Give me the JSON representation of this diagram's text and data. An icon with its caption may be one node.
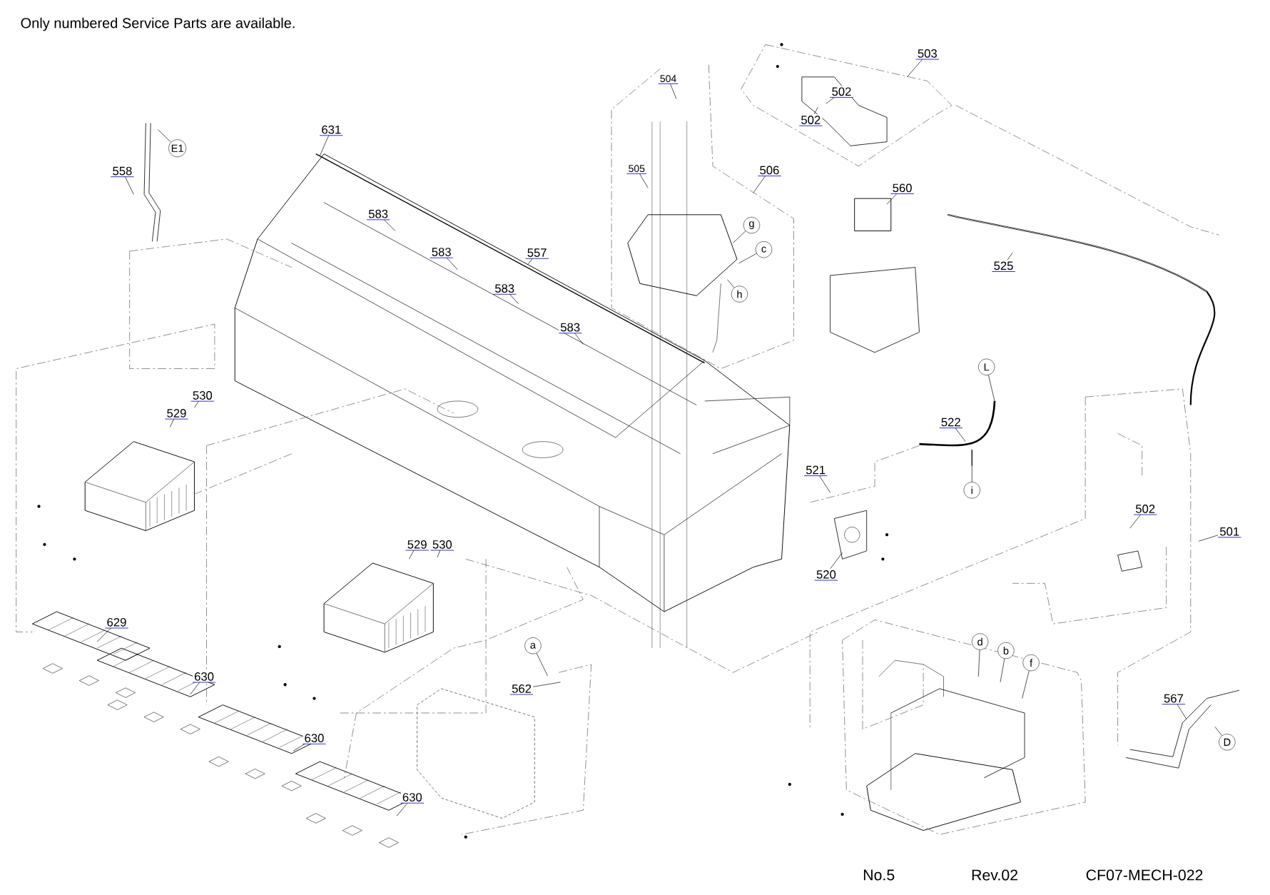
{
  "diagram": {
    "nodes": [
      {
        "text": [
          "558"
        ]
      },
      {
        "text": [
          "E1"
        ]
      },
      {
        "text": [
          "631"
        ]
      },
      {
        "text": [
          "583"
        ]
      },
      {
        "text": [
          "583"
        ]
      },
      {
        "text": [
          "557"
        ]
      },
      {
        "text": [
          "583"
        ]
      },
      {
        "text": [
          "583"
        ]
      },
      {
        "text": [
          "504"
        ]
      },
      {
        "text": [
          "505"
        ]
      },
      {
        "text": [
          "506"
        ]
      },
      {
        "text": [
          "g"
        ]
      },
      {
        "text": [
          "c"
        ]
      },
      {
        "text": [
          "h"
        ]
      },
      {
        "text": [
          "503"
        ]
      },
      {
        "text": [
          "502"
        ]
      },
      {
        "text": [
          "502"
        ]
      },
      {
        "text": [
          "560"
        ]
      },
      {
        "text": [
          "525"
        ]
      },
      {
        "text": [
          "L"
        ]
      },
      {
        "text": [
          "522"
        ]
      },
      {
        "text": [
          "i"
        ]
      },
      {
        "text": [
          "521"
        ]
      },
      {
        "text": [
          "520"
        ]
      },
      {
        "text": [
          "530"
        ]
      },
      {
        "text": [
          "529"
        ]
      },
      {
        "text": [
          "529"
        ]
      },
      {
        "text": [
          "530"
        ]
      },
      {
        "text": [
          "502"
        ]
      },
      {
        "text": [
          "501"
        ]
      },
      {
        "text": [
          "629"
        ]
      },
      {
        "text": [
          "630"
        ]
      },
      {
        "text": [
          "630"
        ]
      },
      {
        "text": [
          "630"
        ]
      },
      {
        "text": [
          "a"
        ]
      },
      {
        "text": [
          "562"
        ]
      },
      {
        "text": [
          "d"
        ]
      },
      {
        "text": [
          "b"
        ]
      },
      {
        "text": [
          "f"
        ]
      },
      {
        "text": [
          "567"
        ]
      },
      {
        "text": [
          "D"
        ]
      }
    ],
    "edges": [
      {
        "from": 0,
        "to": null,
        "arrow": "none"
      },
      {
        "from": 1,
        "to": null,
        "arrow": "none"
      },
      {
        "from": 2,
        "to": null,
        "arrow": "none"
      },
      {
        "from": 3,
        "to": null,
        "arrow": "none"
      },
      {
        "from": 4,
        "to": null,
        "arrow": "none"
      },
      {
        "from": 5,
        "to": null,
        "arrow": "none"
      },
      {
        "from": 6,
        "to": null,
        "arrow": "none"
      },
      {
        "from": 7,
        "to": null,
        "arrow": "none"
      },
      {
        "from": 8,
        "to": null,
        "arrow": "none"
      },
      {
        "from": 9,
        "to": null,
        "arrow": "none"
      },
      {
        "from": 10,
        "to": null,
        "arrow": "none"
      },
      {
        "from": 11,
        "to": null,
        "arrow": "none"
      },
      {
        "from": 12,
        "to": null,
        "arrow": "none"
      },
      {
        "from": 13,
        "to": null,
        "arrow": "none"
      },
      {
        "from": 14,
        "to": null,
        "arrow": "none"
      },
      {
        "from": 15,
        "to": null,
        "arrow": "none"
      },
      {
        "from": 16,
        "to": null,
        "arrow": "none"
      },
      {
        "from": 17,
        "to": null,
        "arrow": "none"
      },
      {
        "from": 18,
        "to": null,
        "arrow": "none"
      },
      {
        "from": 19,
        "to": null,
        "arrow": "none"
      },
      {
        "from": 20,
        "to": null,
        "arrow": "none"
      },
      {
        "from": 21,
        "to": null,
        "arrow": "none"
      },
      {
        "from": 22,
        "to": null,
        "arrow": "none"
      },
      {
        "from": 23,
        "to": null,
        "arrow": "none"
      },
      {
        "from": 24,
        "to": null,
        "arrow": "none"
      },
      {
        "from": 25,
        "to": null,
        "arrow": "none"
      },
      {
        "from": 26,
        "to": null,
        "arrow": "none"
      },
      {
        "from": 27,
        "to": null,
        "arrow": "none"
      },
      {
        "from": 28,
        "to": null,
        "arrow": "none"
      },
      {
        "from": 29,
        "to": null,
        "arrow": "none"
      },
      {
        "from": 30,
        "to": null,
        "arrow": "none"
      },
      {
        "from": 31,
        "to": null,
        "arrow": "none"
      },
      {
        "from": 32,
        "to": null,
        "arrow": "none"
      },
      {
        "from": 33,
        "to": null,
        "arrow": "none"
      },
      {
        "from": 34,
        "to": null,
        "arrow": "none"
      },
      {
        "from": 35,
        "to": null,
        "arrow": "none"
      },
      {
        "from": 36,
        "to": null,
        "arrow": "none"
      },
      {
        "from": 37,
        "to": null,
        "arrow": "none"
      },
      {
        "from": 38,
        "to": null,
        "arrow": "none"
      },
      {
        "from": 39,
        "to": null,
        "arrow": "none"
      },
      {
        "from": 40,
        "to": null,
        "arrow": "none"
      }
    ],
    "labels": [
      "Only numbered Service Parts are available.",
      "No.5",
      "Rev.02",
      "CF07-MECH-022"
    ]
  }
}
